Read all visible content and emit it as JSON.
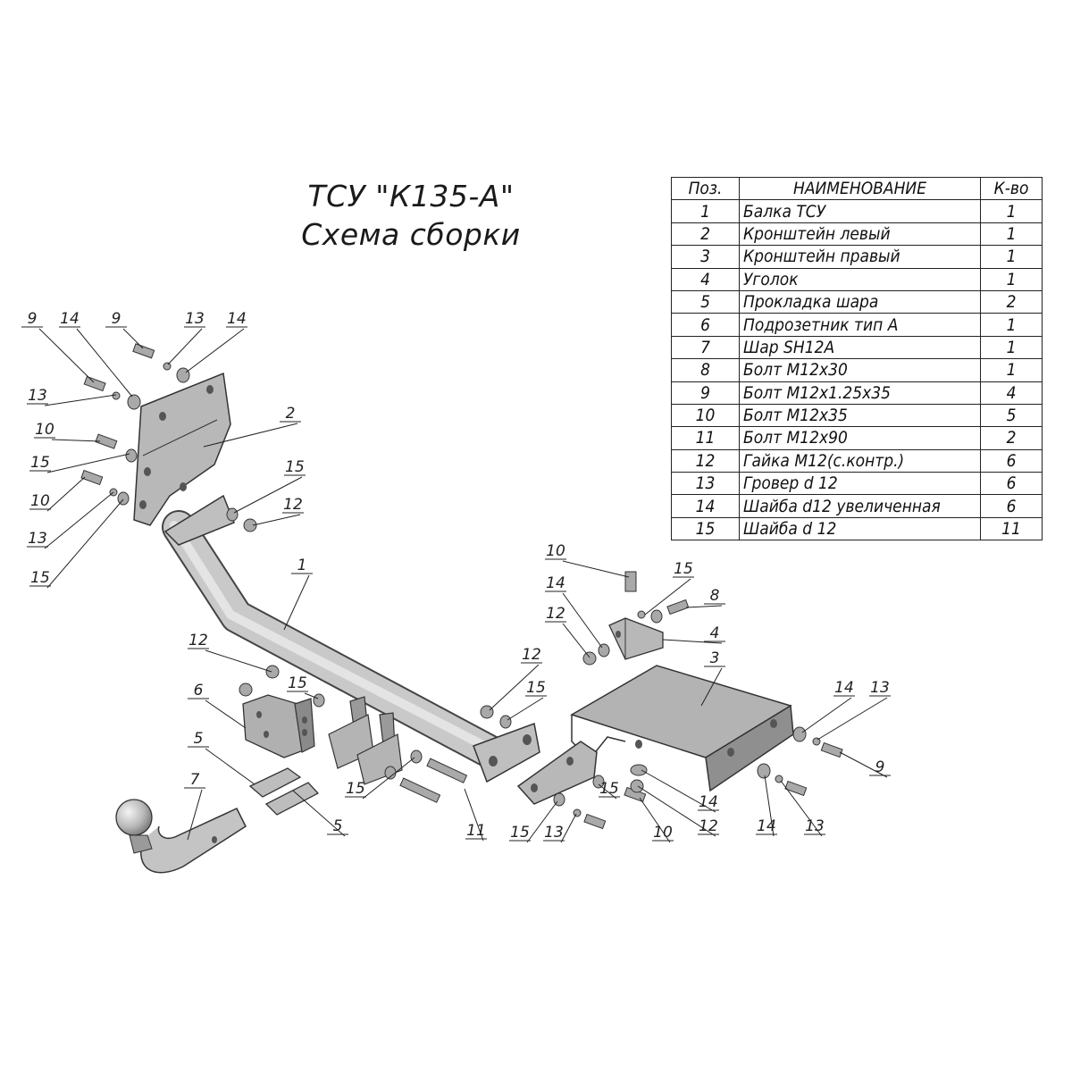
{
  "title": {
    "line1": "ТСУ \"К135-А\"",
    "line2": "Схема сборки"
  },
  "table": {
    "headers": {
      "pos": "Поз.",
      "name": "НАИМЕНОВАНИЕ",
      "qty": "К-во"
    },
    "rows": [
      {
        "pos": "1",
        "name": "Балка ТСУ",
        "qty": "1"
      },
      {
        "pos": "2",
        "name": "Кронштейн левый",
        "qty": "1"
      },
      {
        "pos": "3",
        "name": "Кронштейн правый",
        "qty": "1"
      },
      {
        "pos": "4",
        "name": "Уголок",
        "qty": "1"
      },
      {
        "pos": "5",
        "name": "Прокладка шара",
        "qty": "2"
      },
      {
        "pos": "6",
        "name": "Подрозетник тип А",
        "qty": "1"
      },
      {
        "pos": "7",
        "name": "Шар SH12A",
        "qty": "1"
      },
      {
        "pos": "8",
        "name": "Болт М12х30",
        "qty": "1"
      },
      {
        "pos": "9",
        "name": "Болт М12х1.25х35",
        "qty": "4"
      },
      {
        "pos": "10",
        "name": "Болт М12х35",
        "qty": "5"
      },
      {
        "pos": "11",
        "name": "Болт М12х90",
        "qty": "2"
      },
      {
        "pos": "12",
        "name": "Гайка М12(с.контр.)",
        "qty": "6"
      },
      {
        "pos": "13",
        "name": "Гровер d 12",
        "qty": "6"
      },
      {
        "pos": "14",
        "name": "Шайба d12 увеличенная",
        "qty": "6"
      },
      {
        "pos": "15",
        "name": "Шайба d 12",
        "qty": "11"
      }
    ]
  },
  "callouts": {
    "l9a": "9",
    "l14a": "14",
    "l9b": "9",
    "l13a": "13",
    "l14b": "14",
    "l13b": "13",
    "l10a": "10",
    "l15a": "15",
    "l10b": "10",
    "l13c": "13",
    "l15b": "15",
    "l2": "2",
    "l15c": "15",
    "l12a": "12",
    "l1": "1",
    "l10c": "10",
    "l15d": "15",
    "l8": "8",
    "l14c": "14",
    "l12b": "12",
    "l4": "4",
    "l12c": "12",
    "l15e": "15",
    "l3": "3",
    "l14d": "14",
    "l13d": "13",
    "l9c": "9",
    "l14e": "14",
    "l13e": "13",
    "l12d": "12",
    "l15f": "15",
    "l6": "6",
    "l5a": "5",
    "l5b": "5",
    "l7": "7",
    "l15g": "15",
    "l11": "11",
    "l15h": "15",
    "l13f": "13",
    "l15i": "15",
    "l14f": "14",
    "l10d": "10",
    "l12e": "12"
  }
}
